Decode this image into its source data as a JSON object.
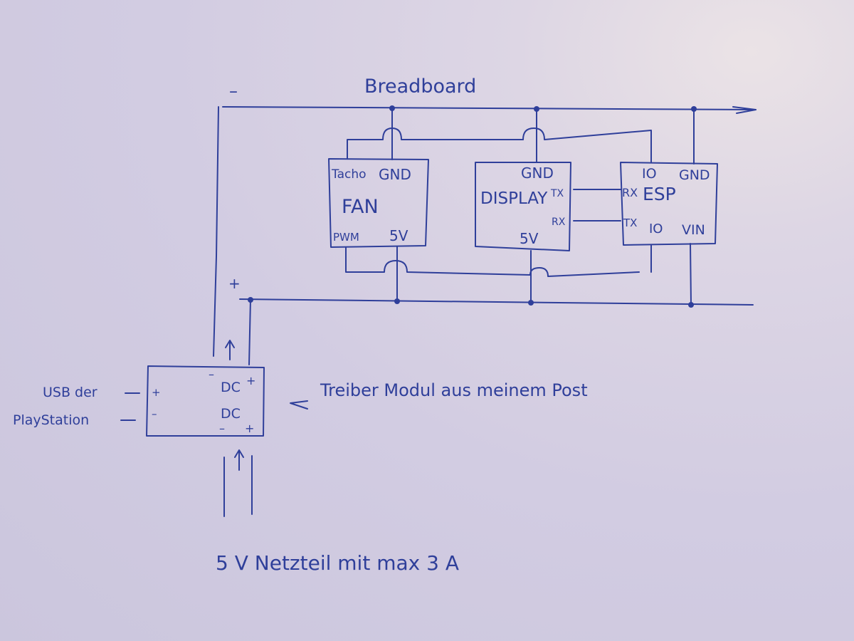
{
  "diagram": {
    "labels": {
      "breadboard": "Breadboard",
      "rail_minus": "–",
      "rail_plus": "+",
      "usb_line1": "USB der",
      "usb_line2": "PlayStation",
      "driver_note": "Treiber Modul aus meinem Post",
      "power_supply": "5 V Netzteil mit max 3 A"
    },
    "fan": {
      "name": "FAN",
      "tacho": "Tacho",
      "gnd": "GND",
      "pwm": "PWM",
      "v5": "5V"
    },
    "display": {
      "name": "DISPLAY",
      "gnd": "GND",
      "tx": "TX",
      "rx": "RX",
      "v5": "5V"
    },
    "esp": {
      "name": "ESP",
      "io_top": "IO",
      "gnd": "GND",
      "rx": "RX",
      "tx": "TX",
      "io_bottom": "IO",
      "vin": "VIN"
    },
    "driver": {
      "dc_top": "DC",
      "dc_bottom": "DC",
      "minus_top": "–",
      "plus_top": "+",
      "minus_bottom": "–",
      "plus_bottom": "+",
      "in_plus": "+",
      "in_minus": "–"
    },
    "usb_dashes": [
      "—",
      "—"
    ],
    "colors": {
      "ink": "#2f3f9a",
      "paper": "#d2cce2"
    }
  }
}
